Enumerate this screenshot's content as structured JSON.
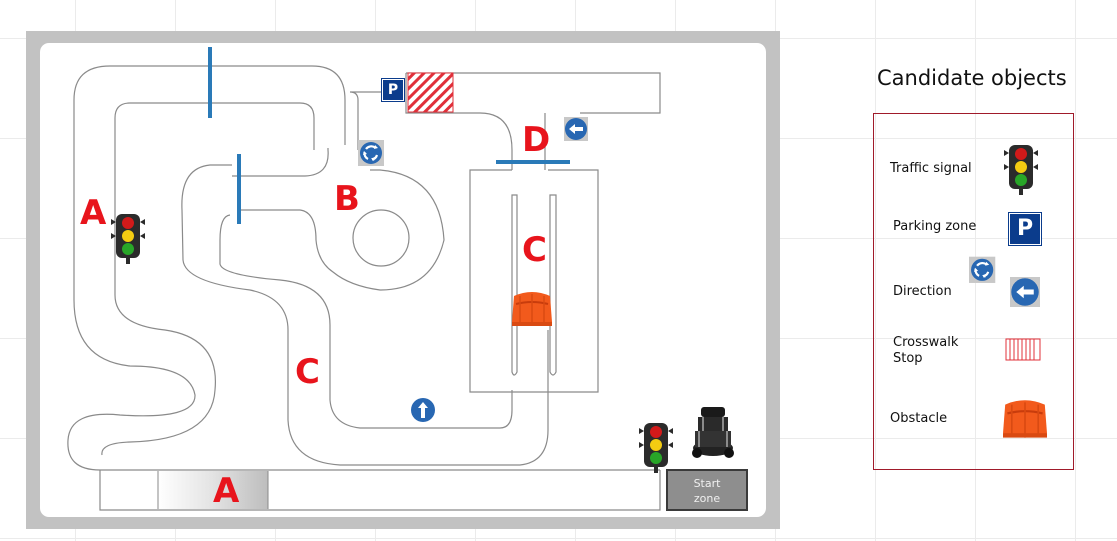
{
  "map": {
    "labels": {
      "a_left": "A",
      "a_bottom": "A",
      "b": "B",
      "c_left": "C",
      "c_right": "C",
      "d": "D"
    },
    "parking_sign": "P",
    "start_zone": "Start\nzone"
  },
  "legend": {
    "title": "Candidate objects",
    "items": [
      {
        "label": "Traffic signal",
        "icon": "traffic-light-icon"
      },
      {
        "label": "Parking zone",
        "icon": "parking-sign-icon",
        "sign_text": "P"
      },
      {
        "label": "Direction",
        "icon": "roundabout-sign-icon, left-arrow-sign-icon"
      },
      {
        "label": "Crosswalk\nStop",
        "icon": "crosswalk-icon"
      },
      {
        "label": "Obstacle",
        "icon": "obstacle-barrier-icon"
      }
    ]
  },
  "colors": {
    "zone_label": "#e8141c",
    "stop_line": "#2a7ab8",
    "sign_blue": "#2867b2",
    "parking_blue": "#0b3c8c",
    "crosswalk_red": "#e0303a",
    "barrier_orange": "#f25a1c",
    "legend_border": "#a01a2a"
  }
}
